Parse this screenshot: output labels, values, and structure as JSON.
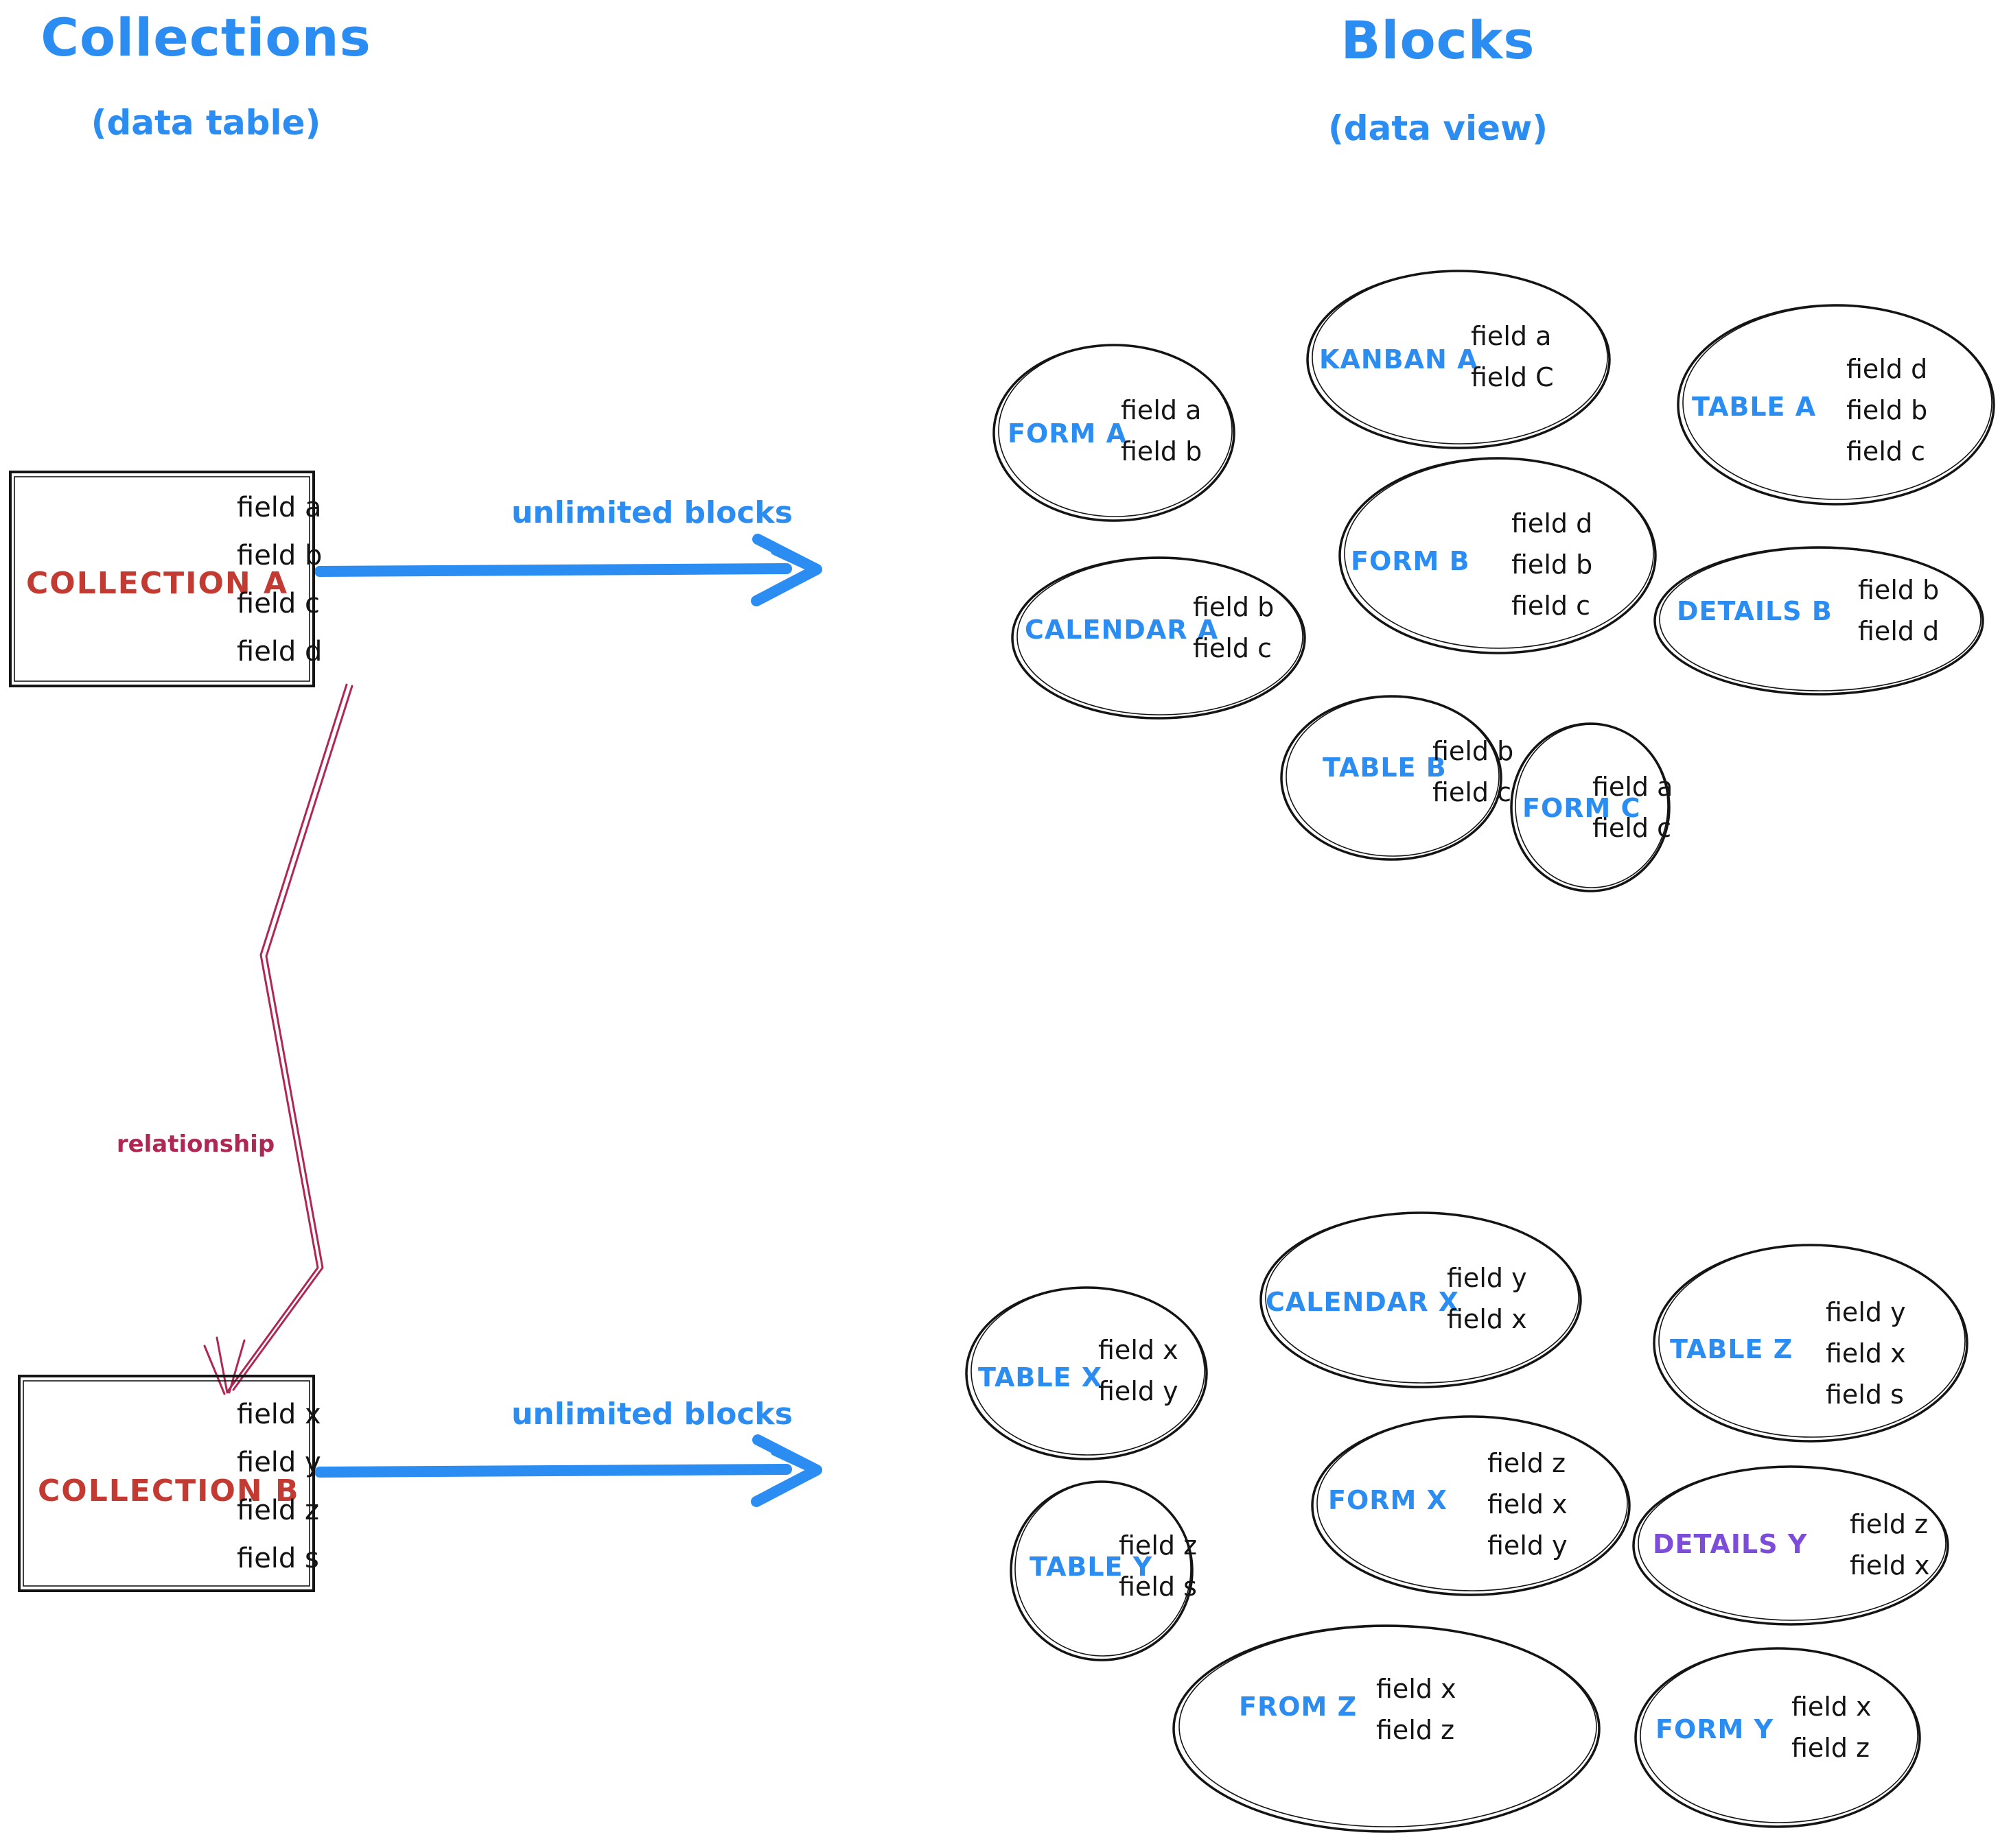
{
  "titles": {
    "left": "Collections",
    "left_sub": "(data table)",
    "right": "Blocks",
    "right_sub": "(data view)"
  },
  "labels": {
    "unlimited_top": "unlimited blocks",
    "unlimited_bottom": "unlimited blocks",
    "relationship": "relationship"
  },
  "collections": [
    {
      "name": "COLLECTION A",
      "fields": [
        "field a",
        "field b",
        "field c",
        "field d"
      ]
    },
    {
      "name": "COLLECTION B",
      "fields": [
        "field x",
        "field y",
        "field z",
        "field s"
      ]
    }
  ],
  "blocks_top": [
    {
      "label": "FORM A",
      "fields": [
        "field a",
        "field b"
      ]
    },
    {
      "label": "KANBAN A",
      "fields": [
        "field a",
        "field C"
      ]
    },
    {
      "label": "TABLE A",
      "fields": [
        "field d",
        "field b",
        "field c"
      ]
    },
    {
      "label": "CALENDAR A",
      "fields": [
        "field b",
        "field c"
      ]
    },
    {
      "label": "FORM B",
      "fields": [
        "field d",
        "field b",
        "field c"
      ]
    },
    {
      "label": "DETAILS B",
      "fields": [
        "field b",
        "field d"
      ]
    },
    {
      "label": "TABLE B",
      "fields": [
        "field b",
        "field c"
      ]
    },
    {
      "label": "FORM C",
      "fields": [
        "field a",
        "field c"
      ]
    }
  ],
  "blocks_bottom": [
    {
      "label": "TABLE X",
      "fields": [
        "field x",
        "field y"
      ]
    },
    {
      "label": "CALENDAR X",
      "fields": [
        "field y",
        "field x"
      ]
    },
    {
      "label": "TABLE Z",
      "fields": [
        "field y",
        "field x",
        "field s"
      ]
    },
    {
      "label": "TABLE Y",
      "fields": [
        "field z",
        "field s"
      ]
    },
    {
      "label": "FORM X",
      "fields": [
        "field z",
        "field x",
        "field y"
      ]
    },
    {
      "label": "DETAILS Y",
      "fields": [
        "field z",
        "field x"
      ]
    },
    {
      "label": "FROM Z",
      "fields": [
        "field x",
        "field z"
      ]
    },
    {
      "label": "FORM Y",
      "fields": [
        "field x",
        "field z"
      ]
    }
  ],
  "colors": {
    "blue": "#2b8df2",
    "red": "#c23a31",
    "crimson": "#b12753",
    "purple": "#7b4dd8",
    "ink": "#141414"
  }
}
